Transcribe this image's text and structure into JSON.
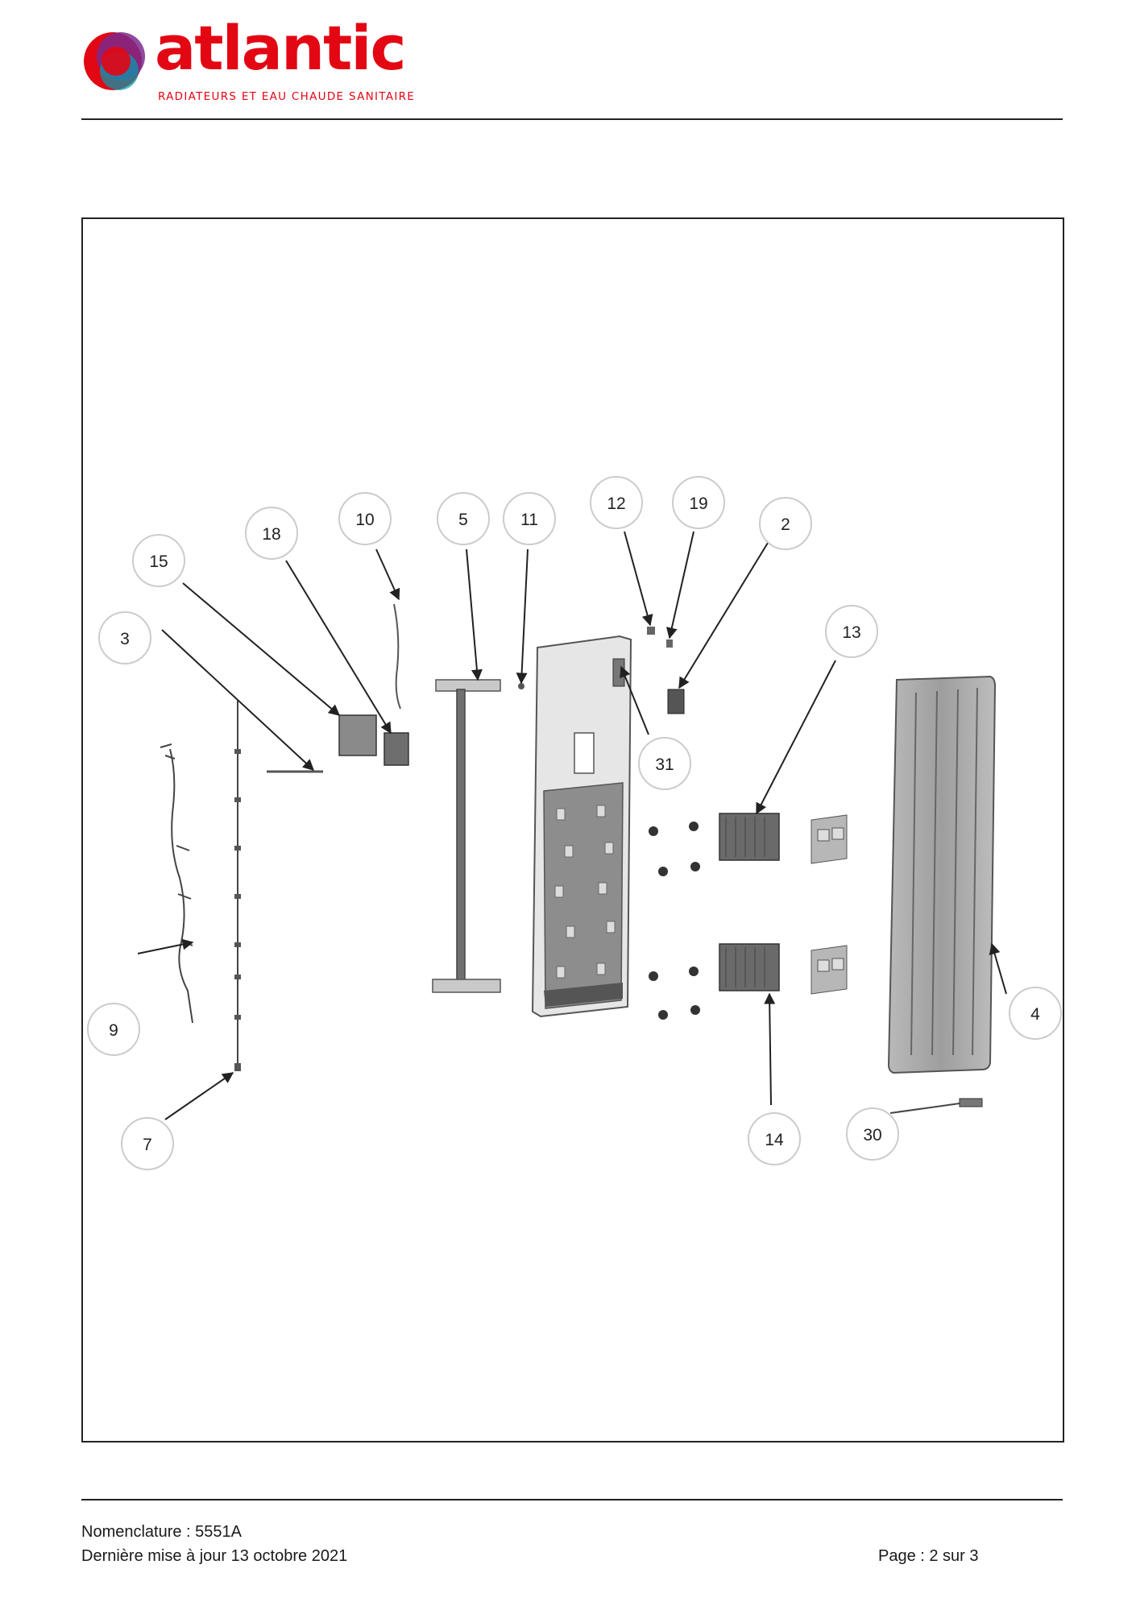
{
  "brand": {
    "name": "atlantic",
    "tagline": "RADIATEURS ET EAU CHAUDE SANITAIRE",
    "colors": {
      "red": "#e30613",
      "purple": "#7b2a8c",
      "teal": "#00a0b0"
    }
  },
  "callouts": [
    {
      "id": "15",
      "label": "15"
    },
    {
      "id": "18",
      "label": "18"
    },
    {
      "id": "10",
      "label": "10"
    },
    {
      "id": "5",
      "label": "5"
    },
    {
      "id": "11",
      "label": "11"
    },
    {
      "id": "12",
      "label": "12"
    },
    {
      "id": "19",
      "label": "19"
    },
    {
      "id": "2",
      "label": "2"
    },
    {
      "id": "3",
      "label": "3"
    },
    {
      "id": "13",
      "label": "13"
    },
    {
      "id": "31",
      "label": "31"
    },
    {
      "id": "4",
      "label": "4"
    },
    {
      "id": "9",
      "label": "9"
    },
    {
      "id": "7",
      "label": "7"
    },
    {
      "id": "14",
      "label": "14"
    },
    {
      "id": "30",
      "label": "30"
    }
  ],
  "footer": {
    "nomenclature": "Nomenclature : 5551A",
    "updated": "Dernière mise à jour 13 octobre 2021",
    "page": "Page : 2 sur 3"
  }
}
